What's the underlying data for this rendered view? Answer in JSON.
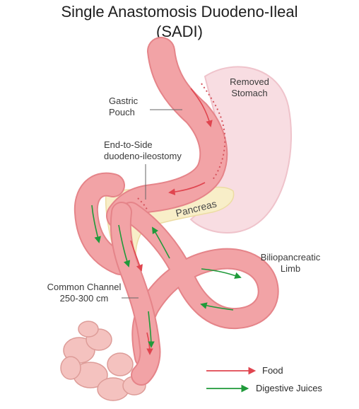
{
  "title": {
    "line1": "Single Anastomosis Duodeno-Ileal",
    "line2": "(SADI)"
  },
  "labels": {
    "removed_stomach": [
      "Removed",
      "Stomach"
    ],
    "gastric_pouch": [
      "Gastric",
      "Pouch"
    ],
    "anastomosis": [
      "End-to-Side",
      "duodeno-ileostomy"
    ],
    "pancreas": "Pancreas",
    "biliopancreatic_limb": [
      "Biliopancreatic",
      "Limb"
    ],
    "common_channel": [
      "Common Channel",
      "250-300 cm"
    ]
  },
  "legend": {
    "food": "Food",
    "digestive_juices": "Digestive Juices"
  },
  "colors": {
    "intestine": "#f2a3a6",
    "intestine_dark": "#e58489",
    "stomach_removed": "#f8dde2",
    "pancreas": "#f8eec8",
    "food_arrow": "#e0454f",
    "juice_arrow": "#1f9a3a",
    "colon": "#f4c2bf"
  }
}
